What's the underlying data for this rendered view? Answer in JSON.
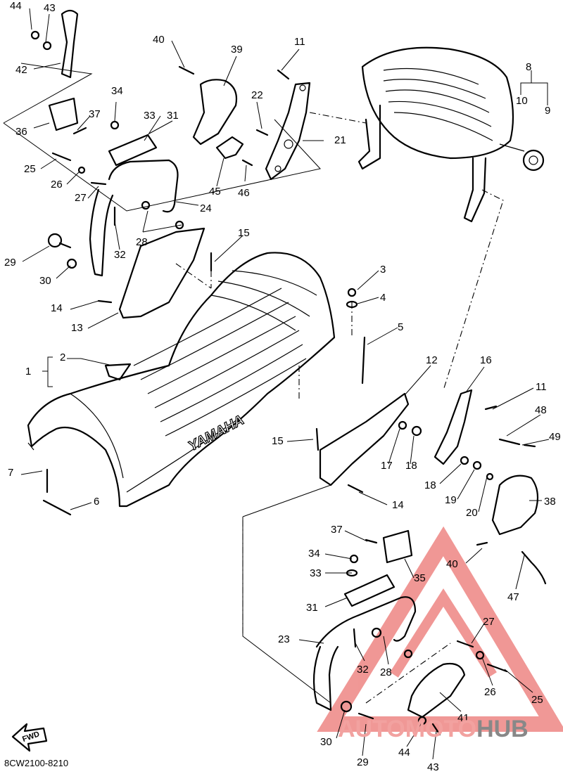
{
  "diagram_code": "8CW2100-8210",
  "seat_brand_text": "YAMAHA",
  "fwd_arrow_text": "FWD",
  "watermark": {
    "part1": "AUTOMOTO",
    "part2": "HUB",
    "color_red": "#e4433f",
    "color_gray": "#888888"
  },
  "callouts": [
    {
      "id": "44a",
      "text": "44"
    },
    {
      "id": "43a",
      "text": "43"
    },
    {
      "id": "42",
      "text": "42"
    },
    {
      "id": "40a",
      "text": "40"
    },
    {
      "id": "39",
      "text": "39"
    },
    {
      "id": "11a",
      "text": "11"
    },
    {
      "id": "8",
      "text": "8"
    },
    {
      "id": "10",
      "text": "10"
    },
    {
      "id": "9",
      "text": "9"
    },
    {
      "id": "34a",
      "text": "34"
    },
    {
      "id": "22",
      "text": "22"
    },
    {
      "id": "37a",
      "text": "37"
    },
    {
      "id": "33a",
      "text": "33"
    },
    {
      "id": "31a",
      "text": "31"
    },
    {
      "id": "21",
      "text": "21"
    },
    {
      "id": "36",
      "text": "36"
    },
    {
      "id": "25a",
      "text": "25"
    },
    {
      "id": "26a",
      "text": "26"
    },
    {
      "id": "27a",
      "text": "27"
    },
    {
      "id": "45",
      "text": "45"
    },
    {
      "id": "46",
      "text": "46"
    },
    {
      "id": "24",
      "text": "24"
    },
    {
      "id": "28a",
      "text": "28"
    },
    {
      "id": "15a",
      "text": "15"
    },
    {
      "id": "29a",
      "text": "29"
    },
    {
      "id": "32a",
      "text": "32"
    },
    {
      "id": "30a",
      "text": "30"
    },
    {
      "id": "3",
      "text": "3"
    },
    {
      "id": "4",
      "text": "4"
    },
    {
      "id": "14a",
      "text": "14"
    },
    {
      "id": "13",
      "text": "13"
    },
    {
      "id": "5",
      "text": "5"
    },
    {
      "id": "2",
      "text": "2"
    },
    {
      "id": "1",
      "text": "1"
    },
    {
      "id": "12",
      "text": "12"
    },
    {
      "id": "16",
      "text": "16"
    },
    {
      "id": "11b",
      "text": "11"
    },
    {
      "id": "48",
      "text": "48"
    },
    {
      "id": "49",
      "text": "49"
    },
    {
      "id": "15b",
      "text": "15"
    },
    {
      "id": "17",
      "text": "17"
    },
    {
      "id": "18a",
      "text": "18"
    },
    {
      "id": "7",
      "text": "7"
    },
    {
      "id": "6",
      "text": "6"
    },
    {
      "id": "18b",
      "text": "18"
    },
    {
      "id": "19",
      "text": "19"
    },
    {
      "id": "20",
      "text": "20"
    },
    {
      "id": "38",
      "text": "38"
    },
    {
      "id": "14b",
      "text": "14"
    },
    {
      "id": "37b",
      "text": "37"
    },
    {
      "id": "34b",
      "text": "34"
    },
    {
      "id": "35",
      "text": "35"
    },
    {
      "id": "40b",
      "text": "40"
    },
    {
      "id": "33b",
      "text": "33"
    },
    {
      "id": "31b",
      "text": "31"
    },
    {
      "id": "47",
      "text": "47"
    },
    {
      "id": "27b",
      "text": "27"
    },
    {
      "id": "23",
      "text": "23"
    },
    {
      "id": "32b",
      "text": "32"
    },
    {
      "id": "28b",
      "text": "28"
    },
    {
      "id": "26b",
      "text": "26"
    },
    {
      "id": "25b",
      "text": "25"
    },
    {
      "id": "41",
      "text": "41"
    },
    {
      "id": "30b",
      "text": "30"
    },
    {
      "id": "29b",
      "text": "29"
    },
    {
      "id": "44b",
      "text": "44"
    },
    {
      "id": "43b",
      "text": "43"
    }
  ]
}
